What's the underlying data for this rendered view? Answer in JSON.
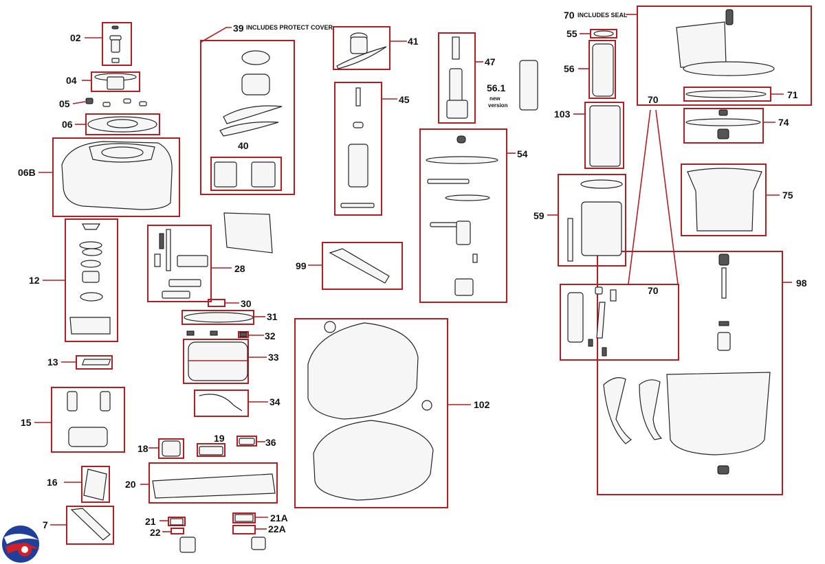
{
  "diagram": {
    "accent_color": "#b01e23",
    "callouts": [
      {
        "id": "c02",
        "text": "02"
      },
      {
        "id": "c04",
        "text": "04"
      },
      {
        "id": "c05",
        "text": "05"
      },
      {
        "id": "c06",
        "text": "06"
      },
      {
        "id": "c06b",
        "text": "06B"
      },
      {
        "id": "c12",
        "text": "12"
      },
      {
        "id": "c13",
        "text": "13"
      },
      {
        "id": "c15",
        "text": "15"
      },
      {
        "id": "c16",
        "text": "16"
      },
      {
        "id": "c7",
        "text": "7"
      },
      {
        "id": "c39",
        "text": "39"
      },
      {
        "id": "c40",
        "text": "40"
      },
      {
        "id": "c28",
        "text": "28"
      },
      {
        "id": "c30",
        "text": "30"
      },
      {
        "id": "c31",
        "text": "31"
      },
      {
        "id": "c32",
        "text": "32"
      },
      {
        "id": "c33",
        "text": "33"
      },
      {
        "id": "c34",
        "text": "34"
      },
      {
        "id": "c18",
        "text": "18"
      },
      {
        "id": "c19",
        "text": "19"
      },
      {
        "id": "c36",
        "text": "36"
      },
      {
        "id": "c20",
        "text": "20"
      },
      {
        "id": "c21",
        "text": "21"
      },
      {
        "id": "c22",
        "text": "22"
      },
      {
        "id": "c21a",
        "text": "21A"
      },
      {
        "id": "c22a",
        "text": "22A"
      },
      {
        "id": "c41",
        "text": "41"
      },
      {
        "id": "c45",
        "text": "45"
      },
      {
        "id": "c47",
        "text": "47"
      },
      {
        "id": "c561",
        "text": "56.1"
      },
      {
        "id": "c54",
        "text": "54"
      },
      {
        "id": "c99",
        "text": "99"
      },
      {
        "id": "c102",
        "text": "102"
      },
      {
        "id": "c55",
        "text": "55"
      },
      {
        "id": "c56",
        "text": "56"
      },
      {
        "id": "c103",
        "text": "103"
      },
      {
        "id": "c59",
        "text": "59"
      },
      {
        "id": "c70",
        "text": "70"
      },
      {
        "id": "c70b",
        "text": "70"
      },
      {
        "id": "c70c",
        "text": "70"
      },
      {
        "id": "c71",
        "text": "71"
      },
      {
        "id": "c74",
        "text": "74"
      },
      {
        "id": "c75",
        "text": "75"
      },
      {
        "id": "c98",
        "text": "98"
      }
    ],
    "notes": {
      "n39": "INCLUDES PROTECT COVER",
      "n70": "INCLUDES SEAL",
      "n561a": "new",
      "n561b": "version"
    }
  }
}
